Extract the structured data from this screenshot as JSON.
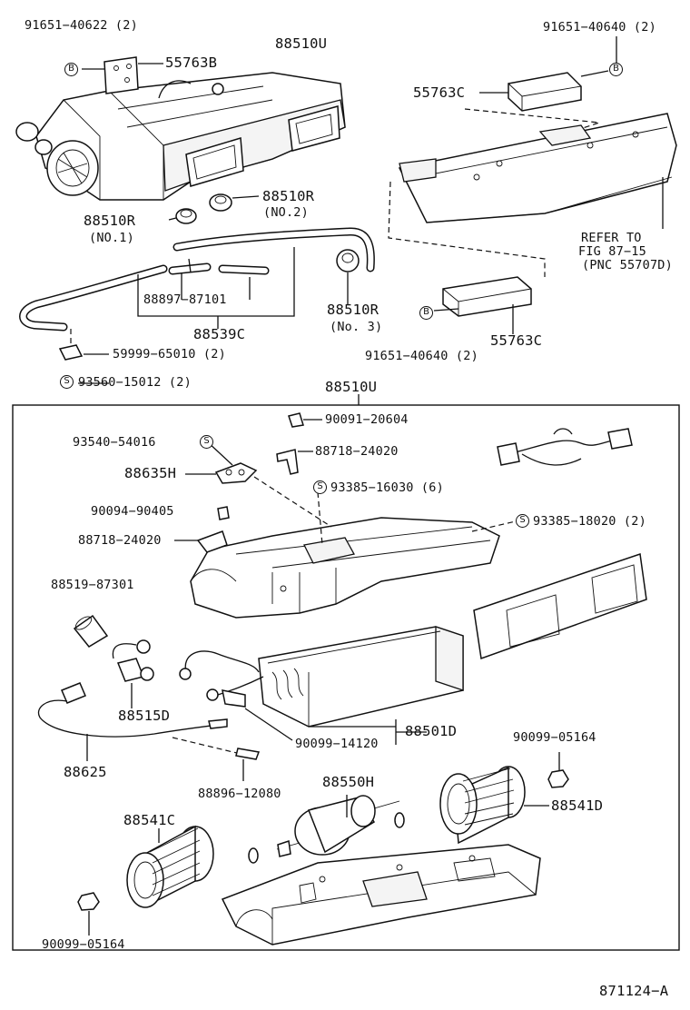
{
  "marks": {
    "bolt": "B",
    "screw": "S"
  },
  "labels": {
    "l_91651_40622": "91651−40622 (2)",
    "l_55763B": "55763B",
    "l_88510U_top": "88510U",
    "l_91651_40640_a": "91651−40640 (2)",
    "l_55763C_a": "55763C",
    "l_88510R_no2": "88510R",
    "l_no2": "(NO.2)",
    "l_88510R_no1": "88510R",
    "l_no1": "(NO.1)",
    "l_refer1": "REFER TO",
    "l_refer2": "FIG 87−15",
    "l_refer3": "(PNC 55707D)",
    "l_88897": "88897−87101",
    "l_88510R_no3": "88510R",
    "l_no3": "(No. 3)",
    "l_88539C": "88539C",
    "l_55763C_b": "55763C",
    "l_91651_40640_b": "91651−40640 (2)",
    "l_59999": "59999−65010 (2)",
    "l_93560": "93560−15012 (2)",
    "l_88510U_box": "88510U",
    "l_90091": "90091−20604",
    "l_93540": "93540−54016",
    "l_88718_a": "88718−24020",
    "l_88635H": "88635H",
    "l_93385_16030": "93385−16030 (6)",
    "l_90094": "90094−90405",
    "l_93385_18020": "93385−18020 (2)",
    "l_88718_b": "88718−24020",
    "l_88519": "88519−87301",
    "l_88515D": "88515D",
    "l_88501D": "88501D",
    "l_90099_14120": "90099−14120",
    "l_90099_05164_a": "90099−05164",
    "l_88625": "88625",
    "l_88896": "88896−12080",
    "l_88550H": "88550H",
    "l_88541C": "88541C",
    "l_88541D": "88541D",
    "l_90099_05164_b": "90099−05164",
    "l_figno": "871124−A"
  }
}
